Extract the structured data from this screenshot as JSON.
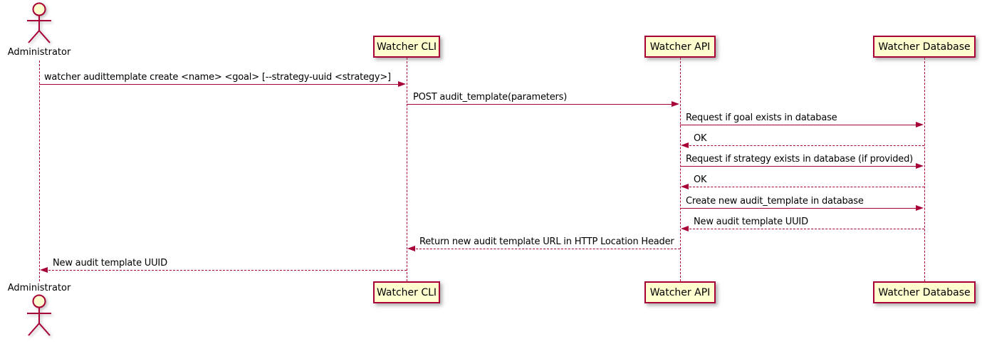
{
  "diagram_type": "sequence",
  "colors": {
    "accent": "#A80036",
    "participant_fill": "#FEFECE",
    "text": "#000000"
  },
  "actor": {
    "label": "Administrator"
  },
  "participants": [
    {
      "label": "Watcher CLI"
    },
    {
      "label": "Watcher API"
    },
    {
      "label": "Watcher Database"
    }
  ],
  "messages": [
    {
      "from": "Administrator",
      "to": "Watcher CLI",
      "line": "solid",
      "label": "watcher audittemplate create <name> <goal> [--strategy-uuid <strategy>]"
    },
    {
      "from": "Watcher CLI",
      "to": "Watcher API",
      "line": "solid",
      "label": "POST audit_template(parameters)"
    },
    {
      "from": "Watcher API",
      "to": "Watcher Database",
      "line": "solid",
      "label": "Request if goal exists in database"
    },
    {
      "from": "Watcher Database",
      "to": "Watcher API",
      "line": "dashed",
      "label": "OK"
    },
    {
      "from": "Watcher API",
      "to": "Watcher Database",
      "line": "solid",
      "label": "Request if strategy exists in database (if provided)"
    },
    {
      "from": "Watcher Database",
      "to": "Watcher API",
      "line": "dashed",
      "label": "OK"
    },
    {
      "from": "Watcher API",
      "to": "Watcher Database",
      "line": "solid",
      "label": "Create new audit_template in database"
    },
    {
      "from": "Watcher Database",
      "to": "Watcher API",
      "line": "dashed",
      "label": "New audit template UUID"
    },
    {
      "from": "Watcher API",
      "to": "Watcher CLI",
      "line": "dashed",
      "label": "Return new audit template URL in HTTP Location Header"
    },
    {
      "from": "Watcher CLI",
      "to": "Administrator",
      "line": "dashed",
      "label": "New audit template UUID"
    }
  ]
}
